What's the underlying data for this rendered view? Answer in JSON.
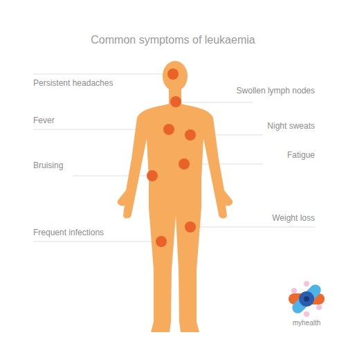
{
  "diagram": {
    "title": "Common symptoms of leukaemia",
    "labels": [
      "Persistent headaches",
      "Swollen lymph nodes",
      "Fever",
      "Night sweats",
      "Fatigue",
      "Bruising",
      "Weight loss",
      "Frequent infections",
      "myhealth"
    ]
  }
}
